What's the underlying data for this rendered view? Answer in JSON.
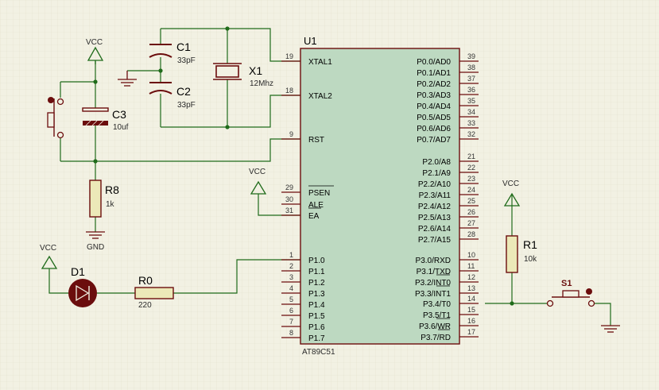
{
  "colors": {
    "background": "#f2f1e3",
    "grid": "#e2e1cd",
    "wire": "#1f6b1a",
    "component": "#6b0d0d",
    "chip_fill": "#bdd9c1",
    "text": "#000000",
    "label": "#2b2b2b",
    "pin_number": "#333333",
    "resistor_fill": "#ece9b8",
    "led_fill": "#6b0d0d",
    "terminal": "#5a1010"
  },
  "chip": {
    "designator": "U1",
    "part": "AT89C51",
    "left_pins": [
      {
        "num": "19",
        "name": "XTAL1"
      },
      {
        "num": "18",
        "name": "XTAL2"
      },
      {
        "num": "9",
        "name": "RST"
      },
      {
        "num": "29",
        "name": "PSEN"
      },
      {
        "num": "30",
        "name": "ALE"
      },
      {
        "num": "31",
        "name": "EA"
      },
      {
        "num": "1",
        "name": "P1.0"
      },
      {
        "num": "2",
        "name": "P1.1"
      },
      {
        "num": "3",
        "name": "P1.2"
      },
      {
        "num": "4",
        "name": "P1.3"
      },
      {
        "num": "5",
        "name": "P1.4"
      },
      {
        "num": "6",
        "name": "P1.5"
      },
      {
        "num": "7",
        "name": "P1.6"
      },
      {
        "num": "8",
        "name": "P1.7"
      }
    ],
    "right_pins": [
      {
        "num": "39",
        "name": "P0.0/AD0"
      },
      {
        "num": "38",
        "name": "P0.1/AD1"
      },
      {
        "num": "37",
        "name": "P0.2/AD2"
      },
      {
        "num": "36",
        "name": "P0.3/AD3"
      },
      {
        "num": "35",
        "name": "P0.4/AD4"
      },
      {
        "num": "34",
        "name": "P0.5/AD5"
      },
      {
        "num": "33",
        "name": "P0.6/AD6"
      },
      {
        "num": "32",
        "name": "P0.7/AD7"
      },
      {
        "num": "21",
        "name": "P2.0/A8"
      },
      {
        "num": "22",
        "name": "P2.1/A9"
      },
      {
        "num": "23",
        "name": "P2.2/A10"
      },
      {
        "num": "24",
        "name": "P2.3/A11"
      },
      {
        "num": "25",
        "name": "P2.4/A12"
      },
      {
        "num": "26",
        "name": "P2.5/A13"
      },
      {
        "num": "27",
        "name": "P2.6/A14"
      },
      {
        "num": "28",
        "name": "P2.7/A15"
      },
      {
        "num": "10",
        "name": "P3.0/RXD"
      },
      {
        "num": "11",
        "name": "P3.1/TXD"
      },
      {
        "num": "12",
        "name": "P3.2/INT0"
      },
      {
        "num": "13",
        "name": "P3.3/INT1"
      },
      {
        "num": "14",
        "name": "P3.4/T0"
      },
      {
        "num": "15",
        "name": "P3.5/T1"
      },
      {
        "num": "16",
        "name": "P3.6/WR"
      },
      {
        "num": "17",
        "name": "P3.7/RD"
      }
    ]
  },
  "components": {
    "c1": {
      "ref": "C1",
      "value": "33pF"
    },
    "c2": {
      "ref": "C2",
      "value": "33pF"
    },
    "c3": {
      "ref": "C3",
      "value": "10uf"
    },
    "x1": {
      "ref": "X1",
      "value": "12Mhz"
    },
    "r8": {
      "ref": "R8",
      "value": "1k"
    },
    "r0": {
      "ref": "R0",
      "value": "220"
    },
    "r1": {
      "ref": "R1",
      "value": "10k"
    },
    "d1": {
      "ref": "D1"
    },
    "s1": {
      "ref": "S1"
    }
  },
  "power": {
    "vcc": "VCC",
    "gnd": "GND"
  }
}
